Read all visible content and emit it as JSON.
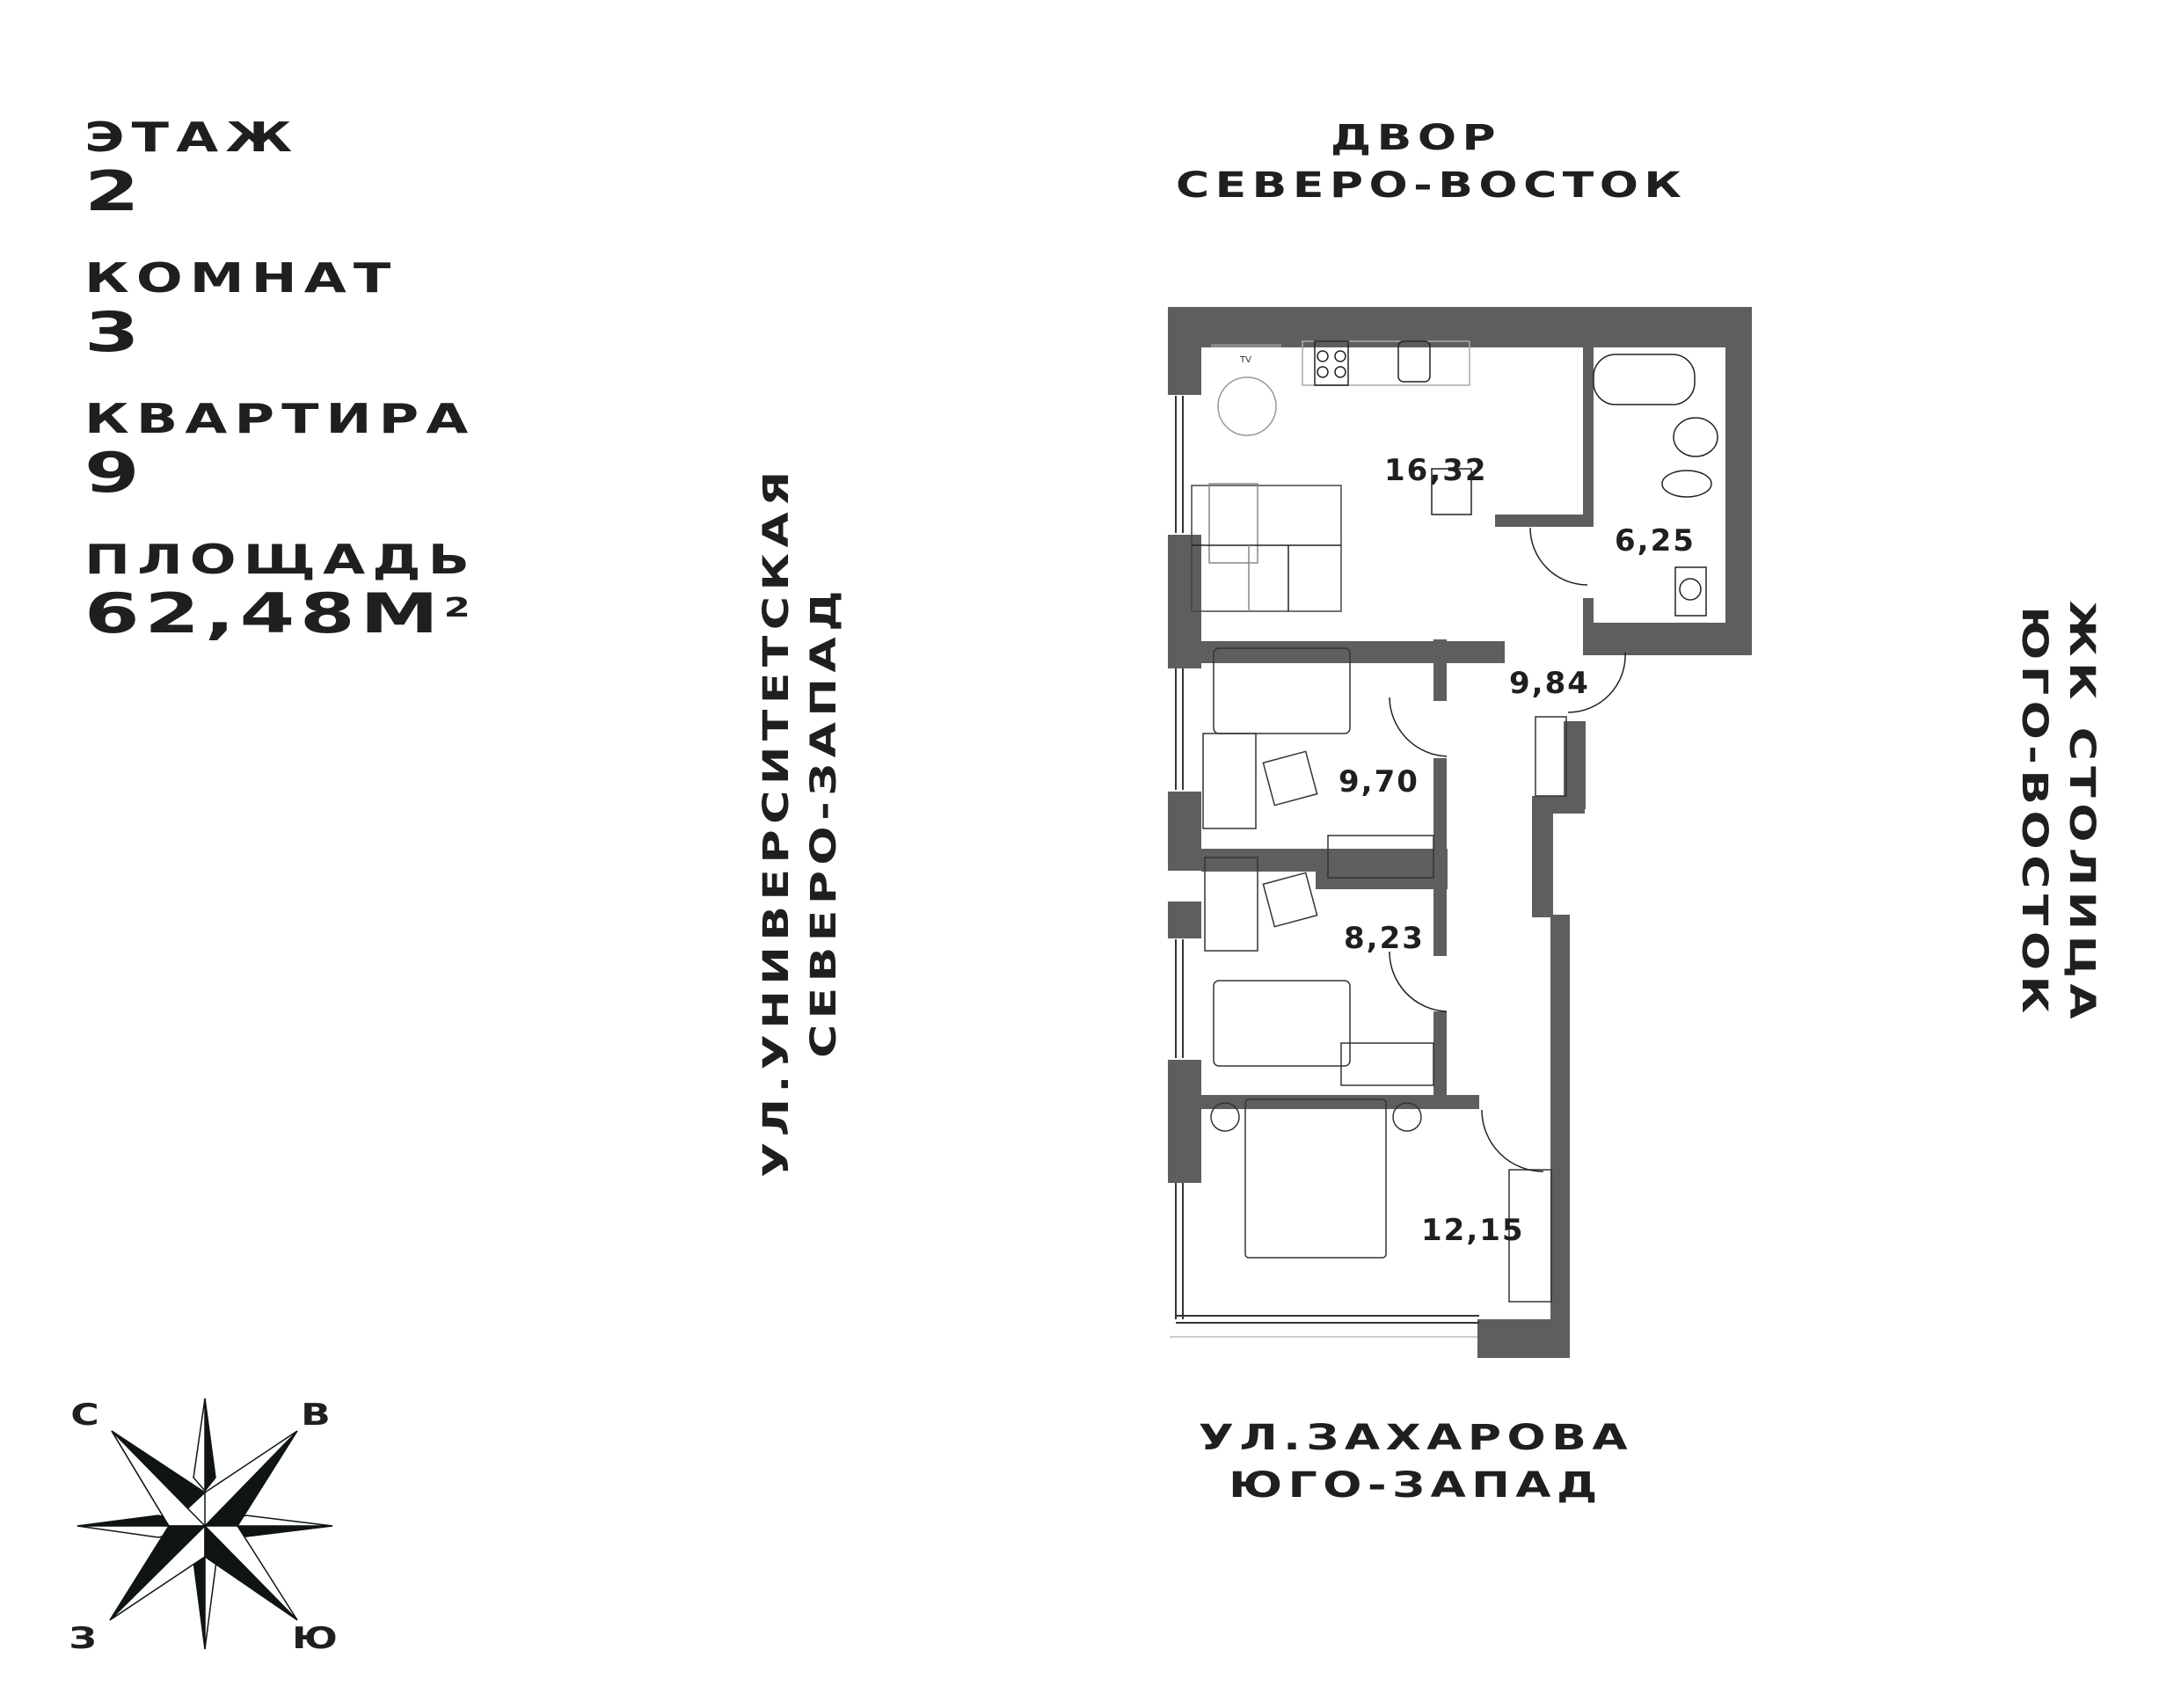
{
  "info": {
    "floor_label": "ЭТАЖ",
    "floor_value": "2",
    "rooms_label": "КОМНАТ",
    "rooms_value": "3",
    "apartment_label": "КВАРТИРА",
    "apartment_value": "9",
    "area_label": "ПЛОЩАДЬ",
    "area_value": "62,48М",
    "area_unit_sup": "2"
  },
  "directions": {
    "top_line1": "ДВОР",
    "top_line2": "СЕВЕРО-ВОСТОК",
    "bottom_line1": "УЛ.ЗАХАРОВА",
    "bottom_line2": "ЮГО-ЗАПАД",
    "left_line1": "УЛ.УНИВЕРСИТЕТСКАЯ",
    "left_line2": "СЕВЕРО-ЗАПАД",
    "right_line1": "ЖК СТОЛИЦА",
    "right_line2": "ЮГО-ВОСТОК"
  },
  "rooms": [
    {
      "name": "kitchen-living",
      "area": "16,32"
    },
    {
      "name": "bathroom",
      "area": "6,25"
    },
    {
      "name": "hallway",
      "area": "9,84"
    },
    {
      "name": "bedroom-1",
      "area": "9,70"
    },
    {
      "name": "bedroom-2",
      "area": "8,23"
    },
    {
      "name": "master-bedroom",
      "area": "12,15"
    }
  ],
  "furniture": {
    "tv_label": "TV"
  },
  "compass": {
    "north": "С",
    "east": "В",
    "west": "З",
    "south": "Ю"
  },
  "colors": {
    "wall": "#5e5e5e",
    "text": "#1f1f1f",
    "background": "#ffffff"
  }
}
